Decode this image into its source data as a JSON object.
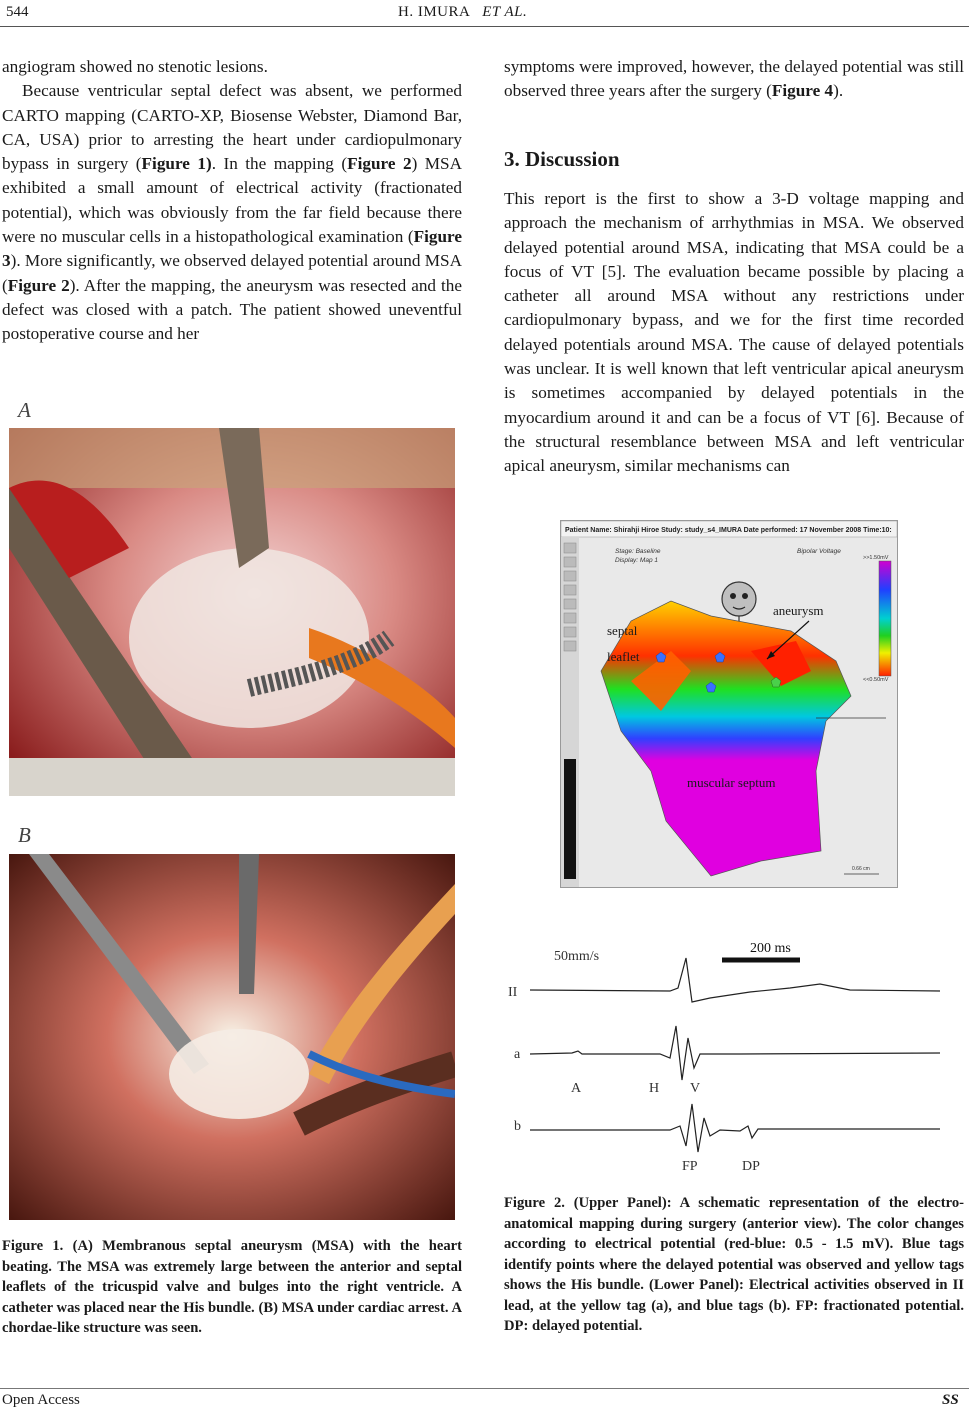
{
  "header": {
    "page_number": "544",
    "running_title_main": "H. IMURA",
    "running_title_italic": "ET AL."
  },
  "left_column": {
    "p1": "angiogram showed no stenotic lesions.",
    "p2_a": "Because ventricular septal defect was absent, we performed CARTO mapping (CARTO-XP, Biosense Webster, Diamond Bar, CA, USA) prior to arresting the heart under cardiopulmonary bypass in surgery (",
    "p2_ref1": "Figure 1)",
    "p2_b": ". In the mapping (",
    "p2_ref2": "Figure 2",
    "p2_c": ") MSA exhibited a small amount of electrical activity (fractionated potential), which was obviously from the far field because there were no muscular cells in a histopathological examination (",
    "p2_ref3": "Figure 3",
    "p2_d": "). More significantly, we observed delayed potential around MSA (",
    "p2_ref4": "Figure 2",
    "p2_e": "). After the mapping, the aneurysm was resected and the defect was closed with a patch. The patient showed uneventful postoperative course and her"
  },
  "right_column": {
    "p1_a": "symptoms were improved, however, the delayed potential was still observed three years after the surgery (",
    "p1_ref": "Figure 4",
    "p1_b": ").",
    "heading": "3. Discussion",
    "p2": "This report is the first to show a 3-D voltage mapping and approach the mechanism of arrhythmias in MSA. We observed delayed potential around MSA, indicating that MSA could be a focus of VT [5]. The evaluation became possible by placing a catheter all around MSA without any restrictions under cardiopulmonary bypass, and we for the first time recorded delayed potentials around MSA. The cause of delayed potentials was unclear. It is well known that left ventricular apical aneurysm is sometimes accompanied by delayed potentials in the myocardium around it and can be a focus of VT [6]. Because of the structural resemblance between MSA and left ventricular apical aneurysm, similar mechanisms can"
  },
  "figure1": {
    "label_a": "A",
    "label_b": "B",
    "caption": "Figure 1. (A) Membranous septal aneurysm (MSA) with the heart beating. The MSA was extremely large between the anterior and septal leaflets of the tricuspid valve and bulges into the right ventricle. A catheter was placed near the His bundle. (B) MSA under cardiac arrest. A chordae-like structure was seen."
  },
  "figure2": {
    "map_header": "Patient Name: Shirahji Hiroe Study: study_s4_IMURA Date performed: 17 November 2008 Time:10:",
    "map_stage": "Stage: Baseline",
    "map_display": "Display: Map 1",
    "map_mode": "Bipolar Voltage",
    "map_scale_top": ">>1.50mV",
    "map_scale_bottom": "<<0.50mV",
    "map_scale_bar": "0.66 cm",
    "label_aneurysm": "aneurysm",
    "label_septal": "septal",
    "label_leaflet": "leaflet",
    "label_muscular": "muscular septum",
    "ecg_speed": "50mm/s",
    "ecg_scale": "200 ms",
    "lead_ii": "II",
    "lead_a": "a",
    "lead_b": "b",
    "mark_a": "A",
    "mark_h": "H",
    "mark_v": "V",
    "mark_fp": "FP",
    "mark_dp": "DP",
    "caption": "Figure 2. (Upper Panel): A schematic representation of the electro-anatomical mapping during surgery (anterior view). The color changes according to electrical potential (red-blue: 0.5 - 1.5 mV). Blue tags identify points where the delayed potential was observed and yellow tags shows the His bundle. (Lower Panel): Electrical activities observed in II lead, at the yellow tag (a), and blue tags (b). FP: fractionated potential. DP: delayed potential."
  },
  "footer": {
    "left": "Open Access",
    "right": "SS"
  }
}
